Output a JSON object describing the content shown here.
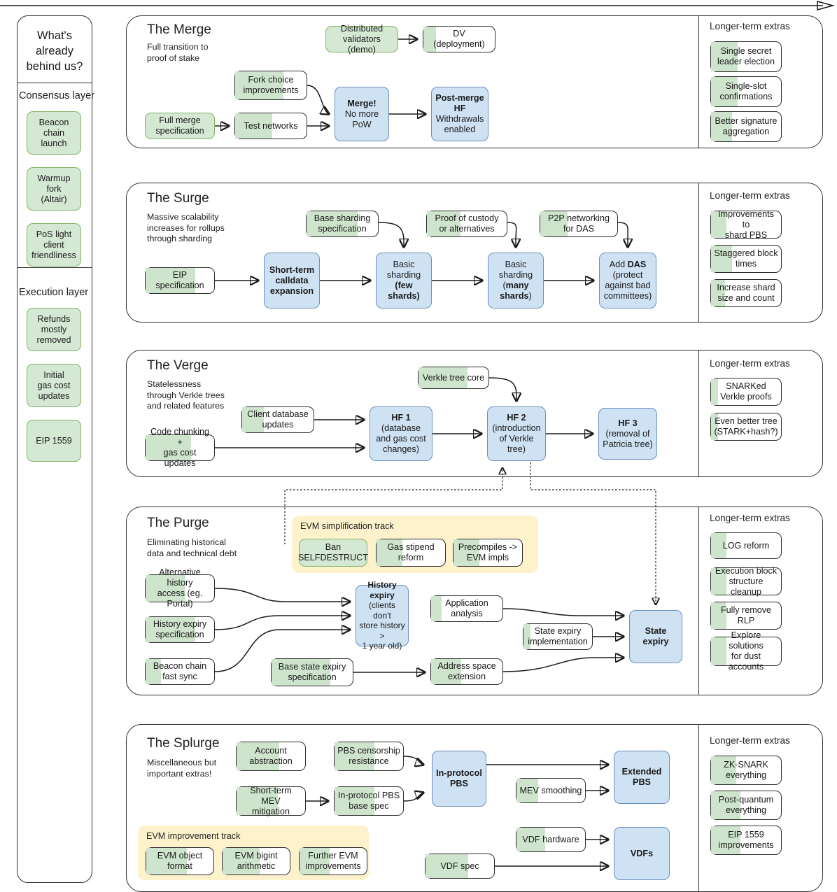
{
  "sidebar": {
    "heading": "What's\nalready\nbehind us?",
    "groups": [
      {
        "label": "Consensus layer",
        "items": [
          {
            "text": "Beacon\nchain\nlaunch",
            "progress": 100
          },
          {
            "text": "Warmup fork\n(Altair)",
            "progress": 100
          },
          {
            "text": "PoS light\nclient\nfriendliness",
            "progress": 100
          }
        ]
      },
      {
        "label": "Execution layer",
        "items": [
          {
            "text": "Refunds\nmostly\nremoved",
            "progress": 100
          },
          {
            "text": "Initial\ngas cost\nupdates",
            "progress": 100
          },
          {
            "text": "EIP 1559",
            "progress": 100
          }
        ]
      }
    ]
  },
  "tracks": [
    {
      "id": "merge",
      "title": "The Merge",
      "subtitle": "Full transition to\nproof of stake",
      "extras_title": "Longer-term extras",
      "extras": [
        {
          "text": "Single secret\nleader election",
          "progress": 38
        },
        {
          "text": "Single-slot\nconfirmations",
          "progress": 38
        },
        {
          "text": "Better signature\naggregation",
          "progress": 30
        }
      ],
      "nodes": [
        {
          "id": "dist-validators",
          "text": "Distributed\nvalidators (demo)",
          "kind": "green",
          "progress": 100
        },
        {
          "id": "dv-deployment",
          "text": "DV\n(deployment)",
          "kind": "plain",
          "progress": 18
        },
        {
          "id": "fork-choice",
          "text": "Fork choice\nimprovements",
          "kind": "plain",
          "progress": 68
        },
        {
          "id": "full-merge-spec",
          "text": "Full merge\nspecification",
          "kind": "green",
          "progress": 100
        },
        {
          "id": "test-networks",
          "text": "Test networks",
          "kind": "plain",
          "progress": 52
        },
        {
          "id": "merge-no-pow",
          "text": "Merge!\nNo more\nPoW",
          "kind": "blue",
          "bold_first_line": true
        },
        {
          "id": "post-merge-hf",
          "text": "Post-merge\nHF\nWithdrawals\nenabled",
          "kind": "blue",
          "bold_lines": 2
        }
      ]
    },
    {
      "id": "surge",
      "title": "The Surge",
      "subtitle": "Massive scalability\nincreases for rollups\nthrough sharding",
      "extras_title": "Longer-term extras",
      "extras": [
        {
          "text": "Improvements to\nshard PBS",
          "progress": 22
        },
        {
          "text": "Staggered block\ntimes",
          "progress": 30
        },
        {
          "text": "Increase shard\nsize and count",
          "progress": 20
        }
      ],
      "nodes": [
        {
          "id": "base-sharding-spec",
          "text": "Base sharding\nspecification",
          "kind": "plain",
          "progress": 72
        },
        {
          "id": "proof-of-custody",
          "text": "Proof of custody\nor alternatives",
          "kind": "plain",
          "progress": 42
        },
        {
          "id": "p2p-das",
          "text": "P2P networking\nfor DAS",
          "kind": "plain",
          "progress": 35
        },
        {
          "id": "eip-specification",
          "text": "EIP\nspecification",
          "kind": "plain",
          "progress": 72
        },
        {
          "id": "short-term-calldata",
          "text": "Short-term\ncalldata\nexpansion",
          "kind": "blue",
          "bold": true
        },
        {
          "id": "basic-sharding-few",
          "text": "Basic\nsharding\n(few shards)",
          "kind": "blue",
          "bold_last_line": true
        },
        {
          "id": "basic-sharding-many",
          "text": "Basic\nsharding\n(many\nshards)",
          "kind": "blue",
          "bold_tail": true
        },
        {
          "id": "add-das",
          "text": "Add DAS\n(protect\nagainst bad\ncommittees)",
          "kind": "blue",
          "bold_word": "DAS"
        }
      ]
    },
    {
      "id": "verge",
      "title": "The Verge",
      "subtitle": "Statelessness\nthrough Verkle trees\nand related features",
      "extras_title": "Longer-term extras",
      "extras": [
        {
          "text": "SNARKed\nVerkle proofs",
          "progress": 10
        },
        {
          "text": "Even better tree\n(STARK+hash?)",
          "progress": 10
        }
      ],
      "nodes": [
        {
          "id": "verkle-tree-core",
          "text": "Verkle tree core",
          "kind": "plain",
          "progress": 70
        },
        {
          "id": "client-db-updates",
          "text": "Client database\nupdates",
          "kind": "plain",
          "progress": 30
        },
        {
          "id": "code-chunking",
          "text": "Code chunking +\ngas cost updates",
          "kind": "plain",
          "progress": 66
        },
        {
          "id": "hf-1",
          "text": "HF 1\n(database\nand gas cost\nchanges)",
          "kind": "blue",
          "bold_first_line": true
        },
        {
          "id": "hf-2",
          "text": "HF 2\n(introduction\nof Verkle\ntree)",
          "kind": "blue",
          "bold_first_line": true
        },
        {
          "id": "hf-3",
          "text": "HF 3\n(removal of\nPatricia tree)",
          "kind": "blue",
          "bold_first_line": true
        }
      ]
    },
    {
      "id": "purge",
      "title": "The Purge",
      "subtitle": "Eliminating historical\ndata and technical debt",
      "extras_title": "Longer-term extras",
      "extras": [
        {
          "text": "LOG reform",
          "progress": 22
        },
        {
          "text": "Execution block\nstructure cleanup",
          "progress": 22
        },
        {
          "text": "Fully remove\nRLP",
          "progress": 22
        },
        {
          "text": "Explore solutions\nfor dust accounts",
          "progress": 22
        }
      ],
      "group": {
        "title": "EVM simplification track",
        "color": "#fdf2cc",
        "items": [
          {
            "text": "Ban\nSELFDESTRUCT",
            "progress": 80
          },
          {
            "text": "Gas stipend\nreform",
            "progress": 38
          },
          {
            "text": "Precompiles ->\nEVM impls",
            "progress": 38
          }
        ]
      },
      "nodes": [
        {
          "id": "alt-history-access",
          "text": "Alternative history\naccess (eg. Portal)",
          "kind": "plain",
          "progress": 58
        },
        {
          "id": "history-expiry-spec",
          "text": "History expiry\nspecification",
          "kind": "plain",
          "progress": 72
        },
        {
          "id": "beacon-chain-fast-sync",
          "text": "Beacon chain\nfast sync",
          "kind": "plain",
          "progress": 22
        },
        {
          "id": "base-state-expiry-spec",
          "text": "Base state expiry\nspecification",
          "kind": "plain",
          "progress": 72
        },
        {
          "id": "application-analysis",
          "text": "Application\nanalysis",
          "kind": "plain",
          "progress": 15
        },
        {
          "id": "address-space-extension",
          "text": "Address space\nextension",
          "kind": "plain",
          "progress": 42
        },
        {
          "id": "state-expiry-impl",
          "text": "State expiry\nimplementation",
          "kind": "plain",
          "progress": 10
        },
        {
          "id": "history-expiry",
          "text": "History\nexpiry\n(clients don't\nstore history >\n1 year old)",
          "kind": "blue",
          "bold_lines": 2
        },
        {
          "id": "state-expiry",
          "text": "State expiry",
          "kind": "blue",
          "bold": true
        }
      ]
    },
    {
      "id": "splurge",
      "title": "The Splurge",
      "subtitle": "Miscellaneous but\nimportant extras!",
      "extras_title": "Longer-term extras",
      "extras": [
        {
          "text": "ZK-SNARK\neverything",
          "progress": 36
        },
        {
          "text": "Post-quantum\neverything",
          "progress": 42
        },
        {
          "text": "EIP 1559\nimprovements",
          "progress": 42
        }
      ],
      "group": {
        "title": "EVM improvement track",
        "color": "#fdf2cc",
        "items": [
          {
            "text": "EVM object\nformat",
            "progress": 60
          },
          {
            "text": "EVM bigint\narithmetic",
            "progress": 55
          },
          {
            "text": "Further EVM\nimprovements",
            "progress": 45
          }
        ]
      },
      "nodes": [
        {
          "id": "account-abstraction",
          "text": "Account\nabstraction",
          "kind": "plain",
          "progress": 62
        },
        {
          "id": "pbs-censorship",
          "text": "PBS censorship\nresistance",
          "kind": "plain",
          "progress": 58
        },
        {
          "id": "short-term-mev",
          "text": "Short-term MEV\nmitigation",
          "kind": "plain",
          "progress": 60
        },
        {
          "id": "in-protocol-pbs-spec",
          "text": "In-protocol PBS\nbase spec",
          "kind": "plain",
          "progress": 58
        },
        {
          "id": "mev-smoothing",
          "text": "MEV smoothing",
          "kind": "plain",
          "progress": 32
        },
        {
          "id": "vdf-hardware",
          "text": "VDF hardware",
          "kind": "plain",
          "progress": 42
        },
        {
          "id": "vdf-spec",
          "text": "VDF spec",
          "kind": "plain",
          "progress": 62
        },
        {
          "id": "in-protocol-pbs",
          "text": "In-protocol\nPBS",
          "kind": "blue",
          "bold": true
        },
        {
          "id": "extended-pbs",
          "text": "Extended\nPBS",
          "kind": "blue",
          "bold": true
        },
        {
          "id": "vdfs",
          "text": "VDFs",
          "kind": "blue",
          "bold": true
        }
      ]
    }
  ],
  "colors": {
    "green_fill": "#d5e8d4",
    "green_border": "#82b366",
    "blue_fill": "#cfe2f3",
    "blue_border": "#6c8ebf",
    "yellow_group": "#fdf2cc",
    "progress_sliver": "#cfe4cd",
    "line": "#1a1a1a"
  }
}
